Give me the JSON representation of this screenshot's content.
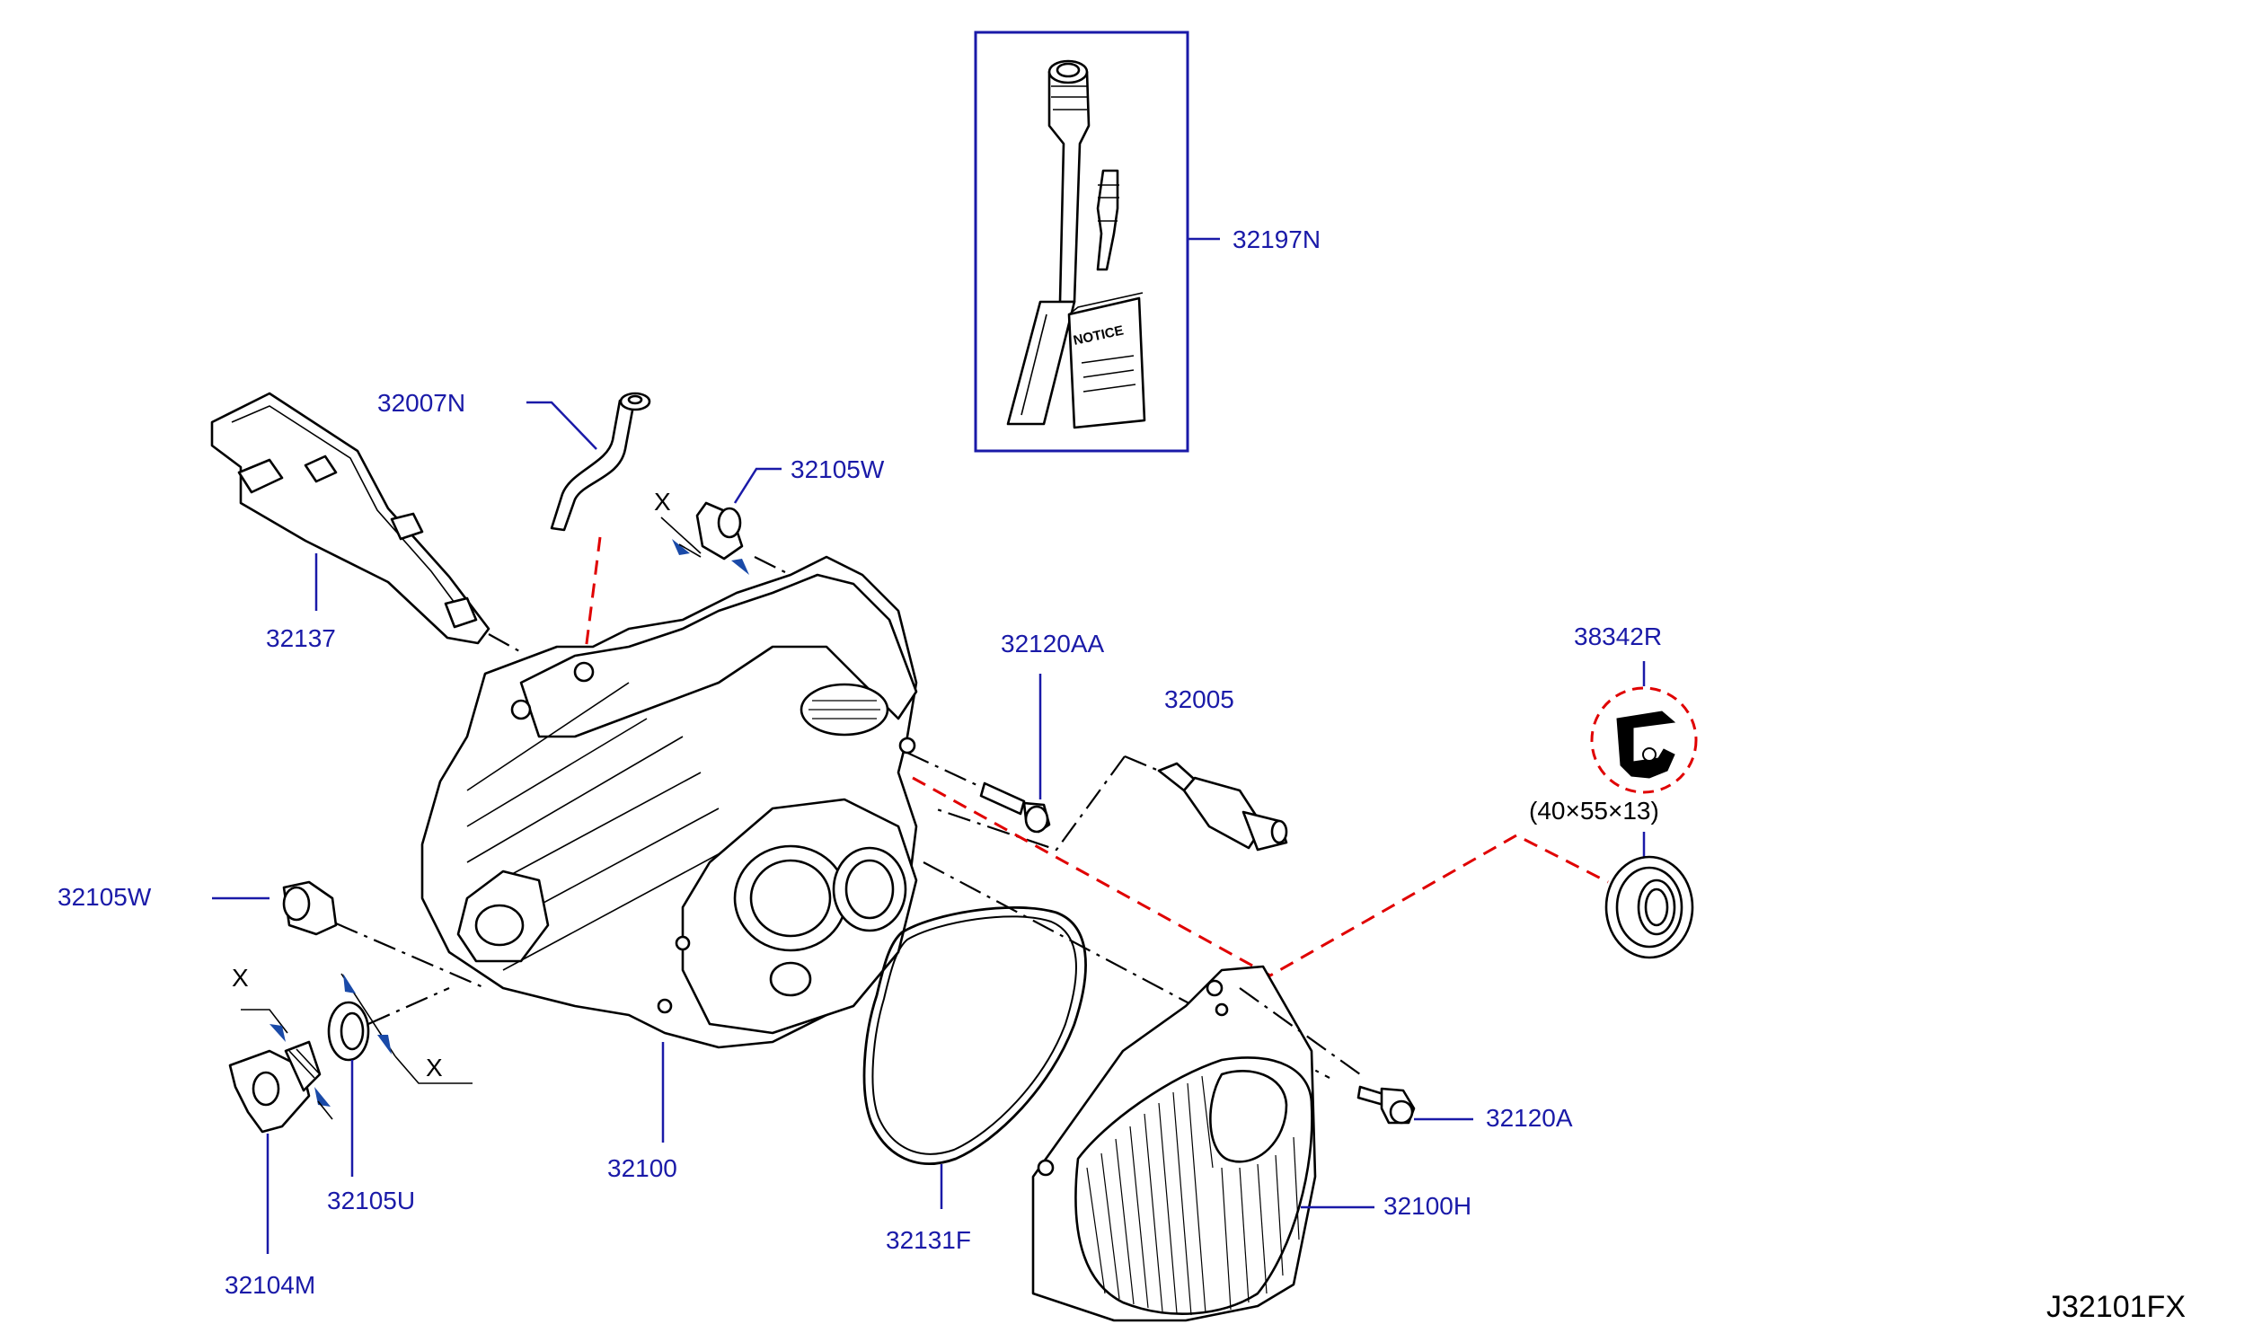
{
  "diagram_code": "J32101FX",
  "colors": {
    "label": "#1a1aa8",
    "leader_dash": "#e00000",
    "line": "#000000",
    "arrow": "#1a4aa8"
  },
  "parts": {
    "p32197N": "32197N",
    "p32007N": "32007N",
    "p32105W_top": "32105W",
    "p32137": "32137",
    "p32120AA": "32120AA",
    "p32005": "32005",
    "p38342R": "38342R",
    "bearing_size": "(40×55×13)",
    "p32105W_left": "32105W",
    "p32100": "32100",
    "p32105U": "32105U",
    "p32104M": "32104M",
    "p32131F": "32131F",
    "p32120A": "32120A",
    "p32100H": "32100H"
  },
  "dimension_marks": {
    "x_top": "X",
    "x_left_a": "X",
    "x_left_b": "X"
  },
  "notice_text": "NOTICE"
}
